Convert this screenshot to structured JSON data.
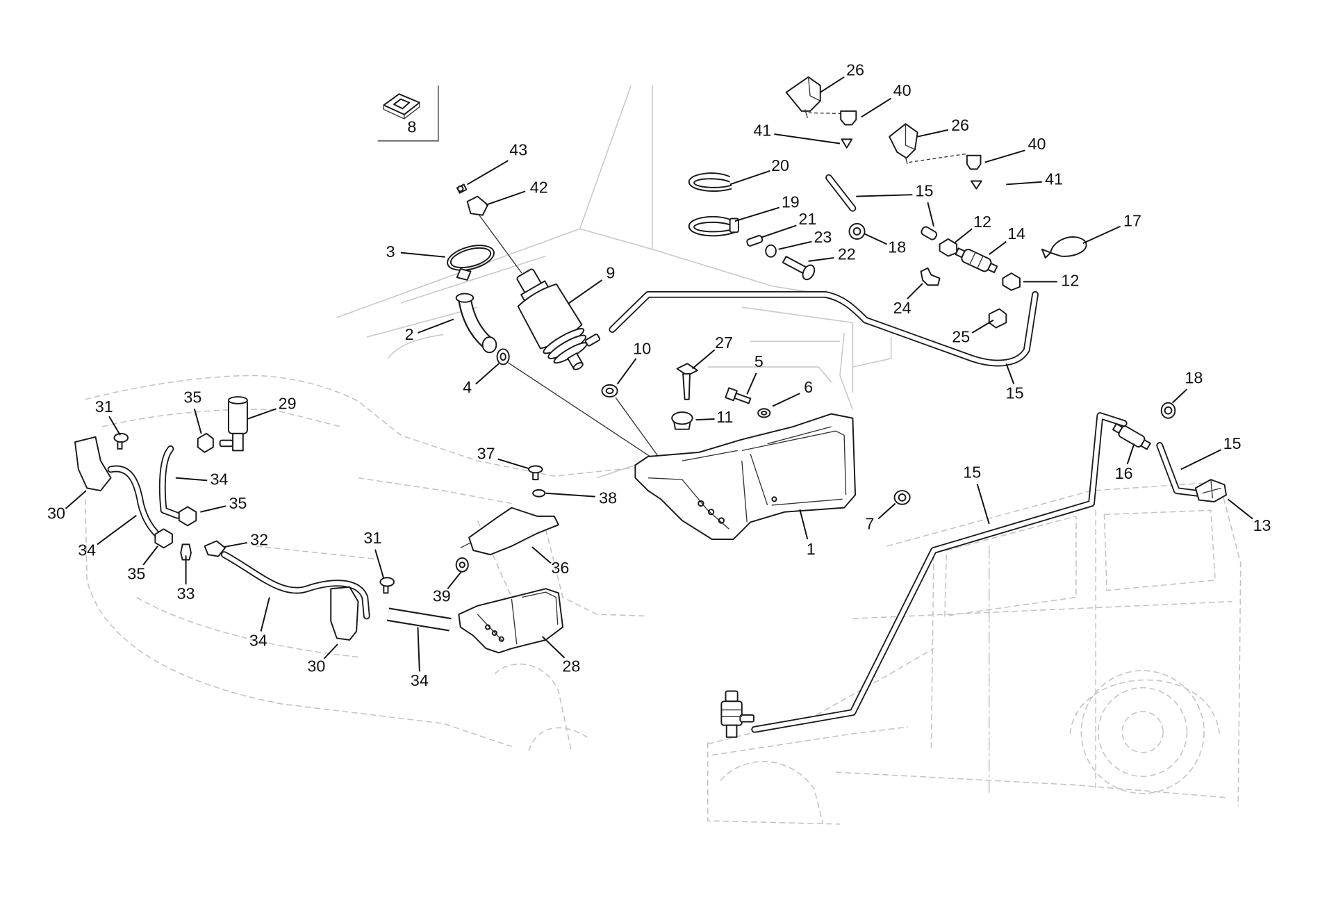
{
  "diagram": {
    "callouts": [
      "8",
      "43",
      "42",
      "3",
      "9",
      "2",
      "4",
      "10",
      "27",
      "5",
      "6",
      "11",
      "1",
      "7",
      "20",
      "19",
      "21",
      "23",
      "22",
      "18",
      "26",
      "40",
      "41",
      "26",
      "40",
      "41",
      "15",
      "12",
      "14",
      "17",
      "12",
      "24",
      "25",
      "15",
      "18",
      "15",
      "16",
      "13",
      "15",
      "31",
      "35",
      "29",
      "34",
      "35",
      "30",
      "34",
      "35",
      "32",
      "33",
      "34",
      "30",
      "31",
      "34",
      "28",
      "37",
      "38",
      "36",
      "39"
    ]
  },
  "colors": {
    "line": "#1a1a1a",
    "outline": "#c4c4c4",
    "background": "#ffffff"
  }
}
